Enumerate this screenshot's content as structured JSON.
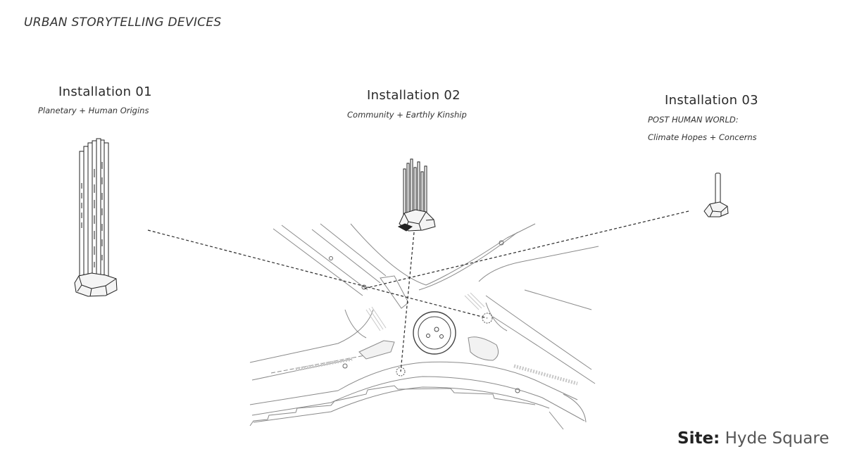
{
  "header": {
    "title": "URBAN STORYTELLING DEVICES"
  },
  "installations": [
    {
      "title": "Installation 01",
      "subtitle": "Planetary + Human Origins"
    },
    {
      "title": "Installation 02",
      "subtitle": "Community + Earthly Kinship"
    },
    {
      "title": "Installation 03",
      "subtitle_line1": "POST HUMAN WORLD:",
      "subtitle_line2": "Climate Hopes + Concerns"
    }
  ],
  "site": {
    "label": "Site:",
    "name": "Hyde Square"
  },
  "colors": {
    "line": "#2b2b2b",
    "map_line": "#8a8a8a",
    "background": "#ffffff"
  }
}
